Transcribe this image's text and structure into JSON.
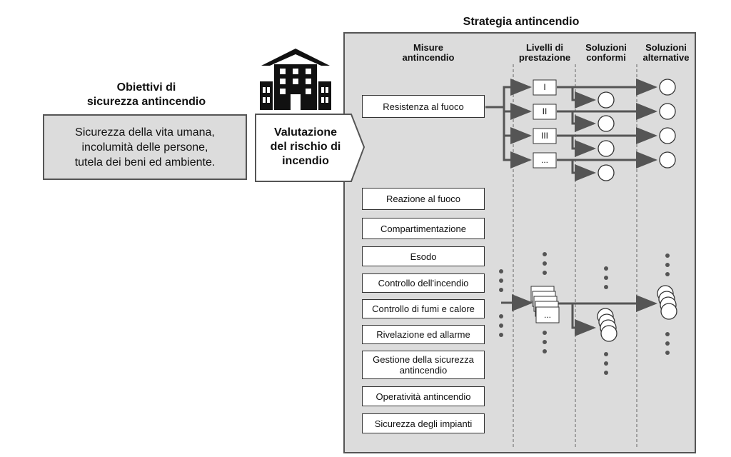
{
  "title": "Strategia antincendio",
  "objectives": {
    "title_line1": "Obiettivi di",
    "title_line2": "sicurezza antincendio",
    "text_line1": "Sicurezza della vita umana,",
    "text_line2": "incolumità delle persone,",
    "text_line3": "tutela dei beni ed ambiente."
  },
  "evaluation": {
    "line1": "Valutazione",
    "line2": "del rischio di",
    "line3": "incendio",
    "icon": "building-icon"
  },
  "columns": {
    "measures_line1": "Misure",
    "measures_line2": "antincendio",
    "levels_line1": "Livelli di",
    "levels_line2": "prestazione",
    "conform_line1": "Soluzioni",
    "conform_line2": "conformi",
    "alternative_line1": "Soluzioni",
    "alternative_line2": "alternative"
  },
  "measures": [
    "Resistenza al fuoco",
    "Reazione al fuoco",
    "Compartimentazione",
    "Esodo",
    "Controllo dell'incendio",
    "Controllo di fumi e calore",
    "Rivelazione ed allarme",
    "Gestione della sicurezza antincendio",
    "Operatività antincendio",
    "Sicurezza degli impianti"
  ],
  "levels": [
    "I",
    "II",
    "III",
    "..."
  ],
  "stack_level_label": "...",
  "colors": {
    "panel_bg": "#dcdcdc",
    "border": "#555555",
    "arrow": "#555555"
  }
}
